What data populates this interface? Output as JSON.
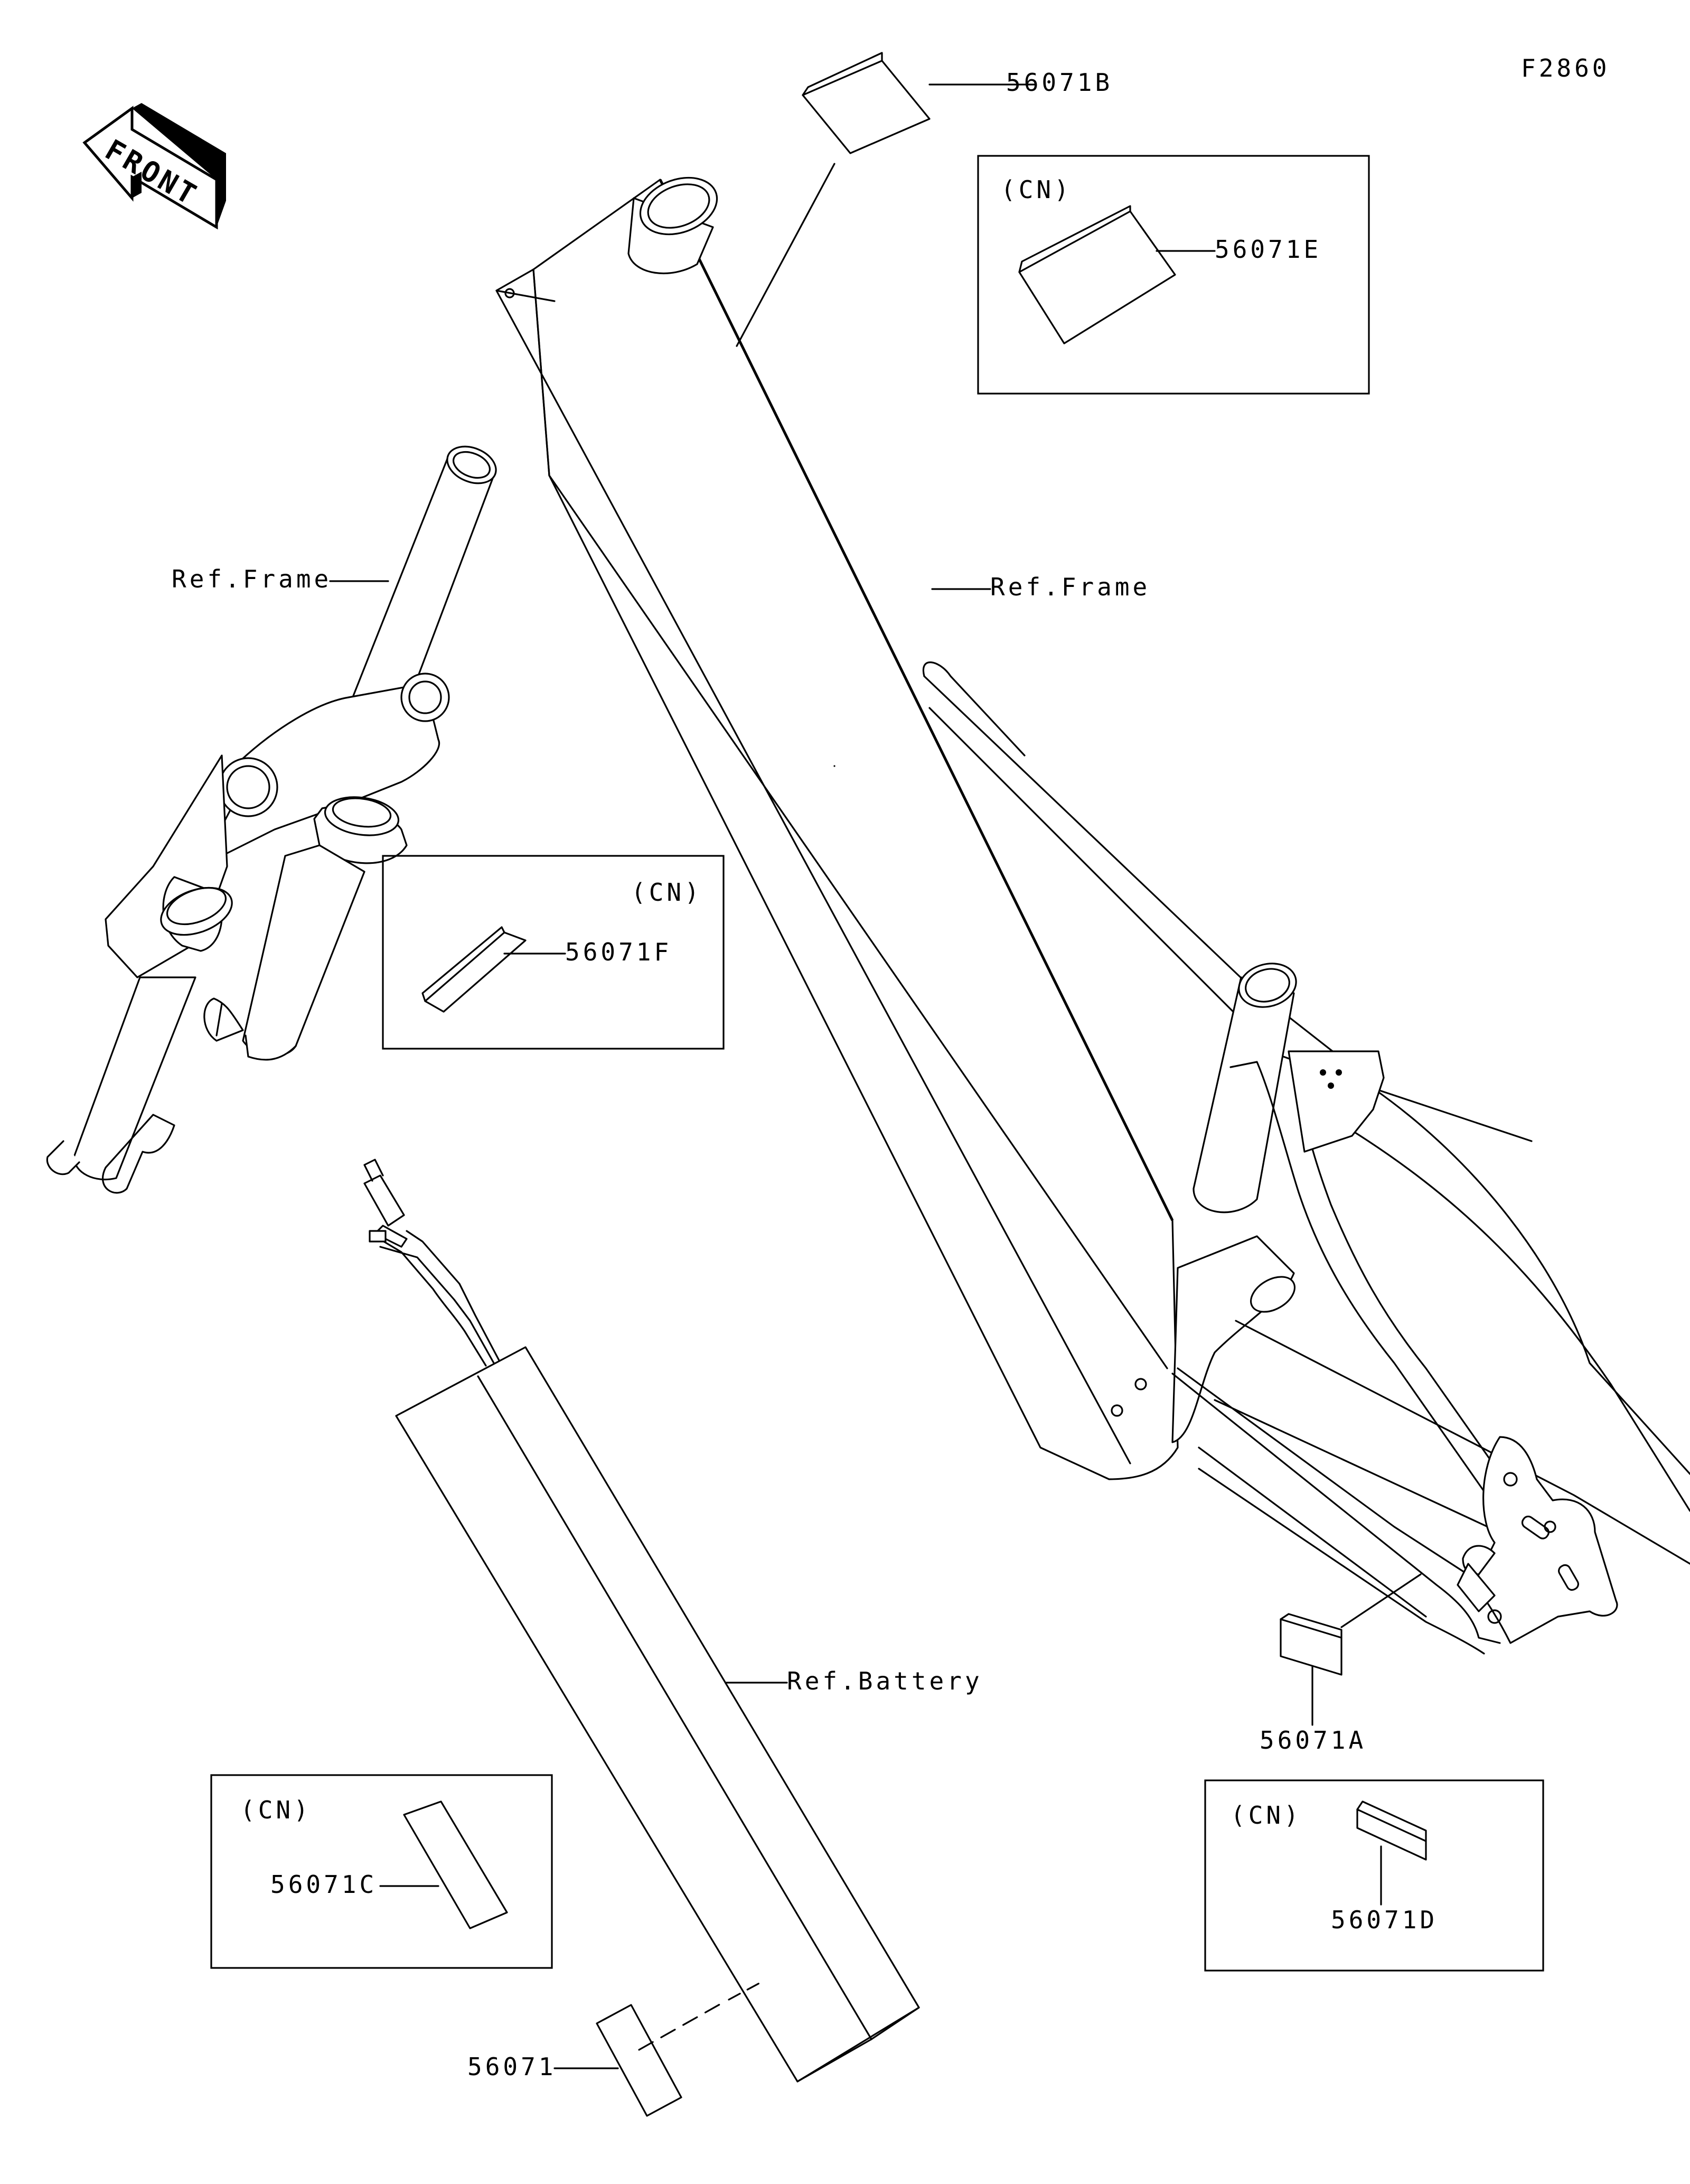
{
  "figure_code": "F2860",
  "front_arrow_label": "FRONT",
  "labels": {
    "ref_frame_left": "Ref.Frame",
    "ref_frame_right": "Ref.Frame",
    "ref_battery": "Ref.Battery"
  },
  "parts": {
    "p56071": "56071",
    "p56071A": "56071A",
    "p56071B": "56071B",
    "p56071C": "56071C",
    "p56071D": "56071D",
    "p56071E": "56071E",
    "p56071F": "56071F"
  },
  "variant_boxes": {
    "cn_e": "(CN)",
    "cn_f": "(CN)",
    "cn_c": "(CN)",
    "cn_d": "(CN)"
  }
}
